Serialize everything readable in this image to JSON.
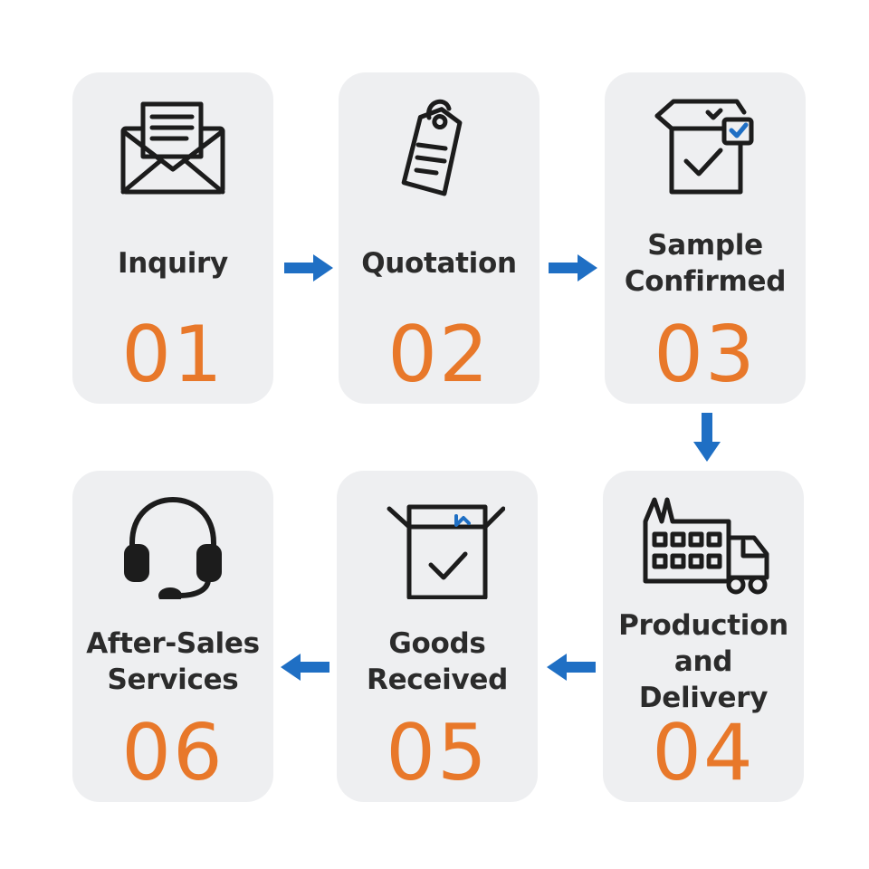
{
  "steps": [
    {
      "label": "Inquiry",
      "number": "01",
      "icon": "envelope-icon"
    },
    {
      "label": "Quotation",
      "number": "02",
      "icon": "price-tag-icon"
    },
    {
      "label": "Sample\nConfirmed",
      "number": "03",
      "icon": "box-check-icon"
    },
    {
      "label": "Production\nand Delivery",
      "number": "04",
      "icon": "factory-truck-icon"
    },
    {
      "label": "Goods\nReceived",
      "number": "05",
      "icon": "open-box-check-icon"
    },
    {
      "label": "After-Sales\nServices",
      "number": "06",
      "icon": "headset-icon"
    }
  ],
  "colors": {
    "card": "#eeeff1",
    "number": "#e8782a",
    "arrow": "#1f6fc4",
    "text": "#2b2b2b",
    "icon": "#1c1c1c"
  }
}
